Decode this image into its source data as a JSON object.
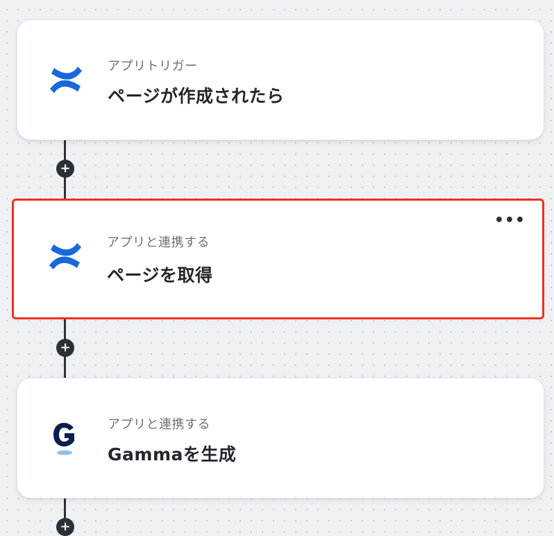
{
  "flow": {
    "steps": [
      {
        "kind": "アプリトリガー",
        "title": "ページが作成されたら",
        "app_icon": "confluence-icon"
      },
      {
        "kind": "アプリと連携する",
        "title": "ページを取得",
        "app_icon": "confluence-icon",
        "selected": true,
        "menu_label": "•••"
      },
      {
        "kind": "アプリと連携する",
        "title": "Gammaを生成",
        "app_icon": "gamma-icon"
      }
    ],
    "add_step_label": "+"
  },
  "colors": {
    "highlight_border": "#f0301e",
    "confluence_blue": "#1868db",
    "gamma_navy": "#0b1f4d",
    "connector": "#2b2f36"
  }
}
